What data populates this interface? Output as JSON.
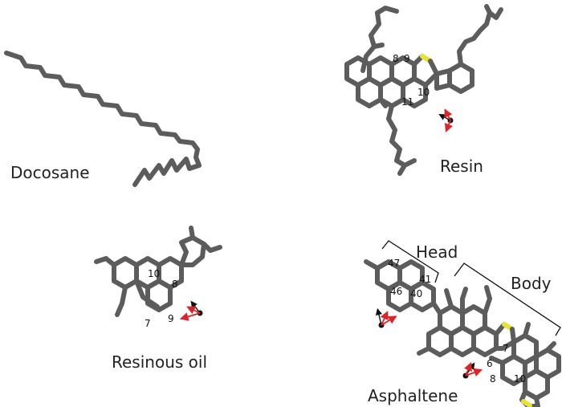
{
  "molecules": {
    "docosane": {
      "name": "Docosane"
    },
    "resin": {
      "name": "Resin",
      "atom_labels": [
        "8",
        "9",
        "10",
        "11"
      ]
    },
    "resinous_oil": {
      "name": "Resinous oil",
      "atom_labels": [
        "10",
        "8",
        "7",
        "9"
      ]
    },
    "asphaltene": {
      "name": "Asphaltene",
      "head_label": "Head",
      "body_label": "Body",
      "head_atom_labels": [
        "47",
        "41",
        "46",
        "40"
      ],
      "body_atom_labels": [
        "7",
        "6",
        "8",
        "10"
      ]
    }
  },
  "colors": {
    "carbon": "#5c5c5c",
    "sulfur": "#e6e23a",
    "axis_red": "#d8262a",
    "axis_black": "#111111"
  },
  "icons": [
    "orientation-axes-icon"
  ]
}
